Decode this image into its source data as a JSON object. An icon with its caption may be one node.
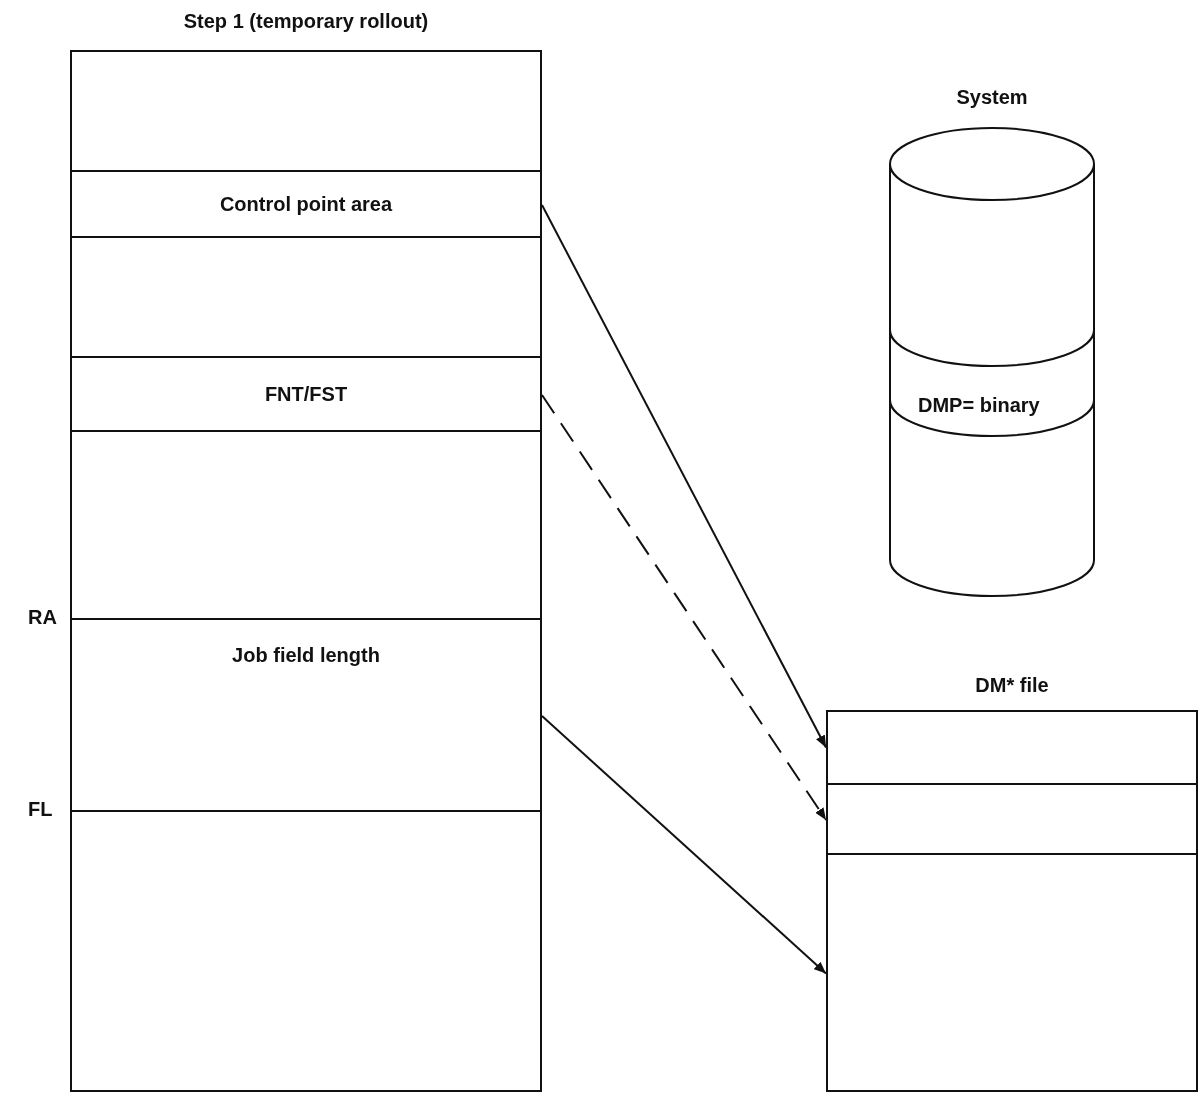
{
  "diagram": {
    "nodes": [
      {
        "text": [
          "Step 1 (temporary rollout)"
        ]
      },
      {
        "text": [],
        "shape": "box",
        "in": 0
      },
      {
        "text": [
          "Control point area"
        ],
        "in": 0
      },
      {
        "text": [],
        "shape": "box",
        "in": 0
      },
      {
        "text": [
          "FNT/FST"
        ],
        "in": 0
      },
      {
        "text": [],
        "shape": "box",
        "in": 0
      },
      {
        "text": [
          "Job field length"
        ],
        "in": 0
      },
      {
        "text": [],
        "shape": "box",
        "in": 0
      },
      {
        "text": [
          "System"
        ]
      },
      {
        "text": [
          "DMP= binary"
        ],
        "in": 8
      },
      {
        "text": [
          "DM* file"
        ]
      },
      {
        "text": [],
        "shape": "box",
        "in": 10
      },
      {
        "text": [],
        "shape": "box",
        "in": 10
      },
      {
        "text": [],
        "shape": "box",
        "in": 10
      }
    ],
    "edges": [
      {
        "from": 2,
        "to": 11,
        "arrow": "to"
      },
      {
        "from": 4,
        "to": 12,
        "arrow": "to",
        "style": "dashed"
      },
      {
        "from": 6,
        "to": 13,
        "arrow": "to"
      }
    ],
    "labels": [
      "RA",
      "FL"
    ]
  }
}
